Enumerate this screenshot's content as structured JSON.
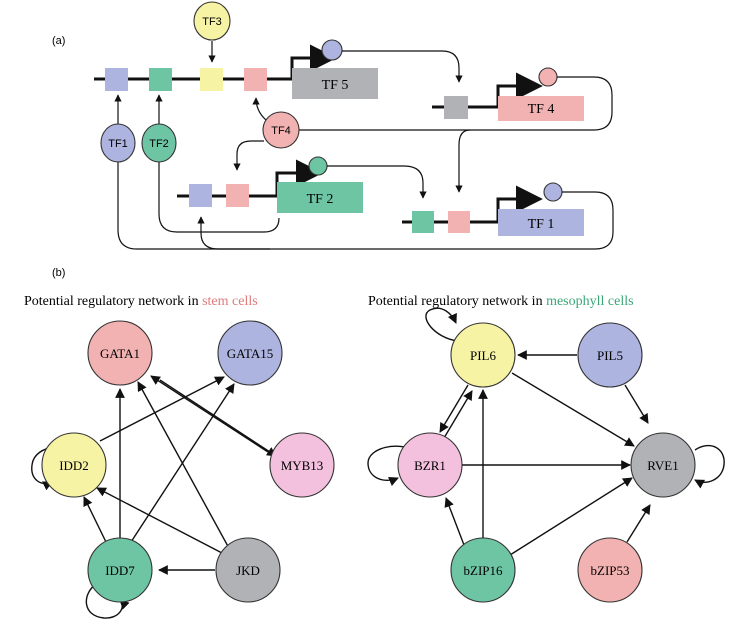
{
  "colors": {
    "blue": "#aeb4e0",
    "green": "#6ec5a4",
    "yellow": "#f7f3a4",
    "pink": "#f2b2b2",
    "gray": "#b0b2b5",
    "lightpink": "#f3c1dd",
    "stem": "#e07a7a",
    "meso": "#3aa676"
  },
  "panel_a": {
    "label": "(a)",
    "genes": {
      "tf5": "TF 5",
      "tf4": "TF 4",
      "tf2": "TF 2",
      "tf1": "TF 1"
    },
    "factors": {
      "tf3": "TF3",
      "tf4": "TF4",
      "tf1": "TF1",
      "tf2": "TF2"
    }
  },
  "panel_b": {
    "label": "(b)",
    "stem": {
      "title_prefix": "Potential regulatory network in ",
      "title_highlight": "stem cells",
      "nodes": {
        "gata1": "GATA1",
        "gata15": "GATA15",
        "idd2": "IDD2",
        "myb13": "MYB13",
        "idd7": "IDD7",
        "jkd": "JKD"
      }
    },
    "meso": {
      "title_prefix": "Potential regulatory network in ",
      "title_highlight": "mesophyll cells",
      "nodes": {
        "pil6": "PIL6",
        "pil5": "PIL5",
        "bzr1": "BZR1",
        "rve1": "RVE1",
        "bzip16": "bZIP16",
        "bzip53": "bZIP53"
      }
    }
  }
}
